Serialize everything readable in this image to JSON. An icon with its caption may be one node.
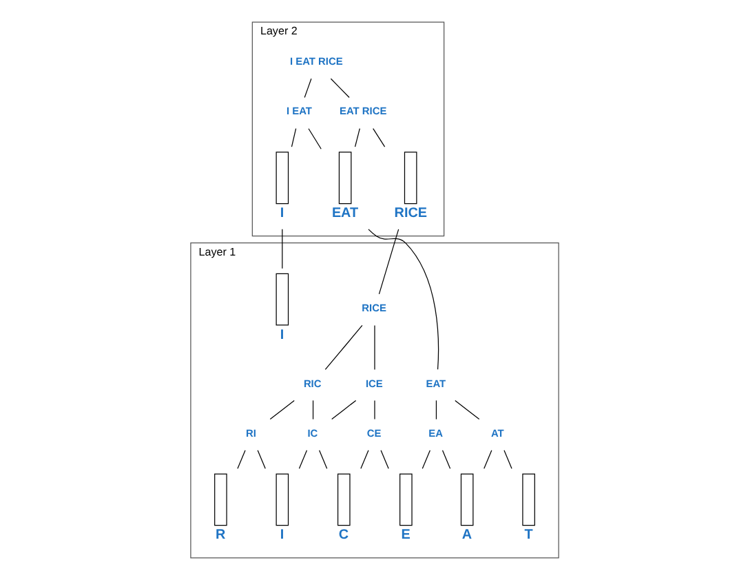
{
  "diagram": {
    "nodes": [
      {
        "text": [
          "Layer 2"
        ]
      },
      {
        "text": [
          "I EAT RICE"
        ],
        "in": 0
      },
      {
        "text": [
          "I EAT"
        ],
        "in": 0
      },
      {
        "text": [
          "EAT RICE"
        ],
        "in": 0
      },
      {
        "text": [],
        "shape": "bar",
        "in": 0,
        "beside": [
          "I"
        ]
      },
      {
        "text": [],
        "shape": "bar",
        "in": 0,
        "beside": [
          "EAT"
        ]
      },
      {
        "text": [],
        "shape": "bar",
        "in": 0,
        "beside": [
          "RICE"
        ]
      },
      {
        "text": [
          "Layer 1"
        ]
      },
      {
        "text": [
          "RICE"
        ],
        "in": 7
      },
      {
        "text": [
          "EAT"
        ],
        "in": 7
      },
      {
        "text": [
          "ICE"
        ],
        "in": 7
      },
      {
        "text": [
          "RIC"
        ],
        "in": 7
      },
      {
        "text": [
          "EA"
        ],
        "in": 7
      },
      {
        "text": [
          "AT"
        ],
        "in": 7
      },
      {
        "text": [
          "RI"
        ],
        "in": 7
      },
      {
        "text": [
          "IC"
        ],
        "in": 7
      },
      {
        "text": [
          "CE"
        ],
        "in": 7
      },
      {
        "text": [],
        "shape": "bar",
        "in": 7,
        "beside": [
          "I"
        ]
      },
      {
        "text": [],
        "shape": "bar",
        "in": 7,
        "beside": [
          "E"
        ]
      },
      {
        "text": [],
        "shape": "bar",
        "in": 7,
        "beside": [
          "A"
        ]
      },
      {
        "text": [],
        "shape": "bar",
        "in": 7,
        "beside": [
          "T"
        ]
      },
      {
        "text": [],
        "shape": "bar",
        "in": 7,
        "beside": [
          "R"
        ]
      },
      {
        "text": [],
        "shape": "bar",
        "in": 7,
        "beside": [
          "I"
        ]
      },
      {
        "text": [],
        "shape": "bar",
        "in": 7,
        "beside": [
          "C"
        ]
      }
    ],
    "edges": [
      {
        "from": 4,
        "to": 2,
        "arrow": "none"
      },
      {
        "from": 5,
        "to": 2,
        "arrow": "none"
      },
      {
        "from": 5,
        "to": 3,
        "arrow": "none"
      },
      {
        "from": 6,
        "to": 3,
        "arrow": "none"
      },
      {
        "from": 2,
        "to": 1,
        "arrow": "none"
      },
      {
        "from": 3,
        "to": 1,
        "arrow": "none"
      },
      {
        "from": 18,
        "to": 12,
        "arrow": "none"
      },
      {
        "from": 19,
        "to": 12,
        "arrow": "none"
      },
      {
        "from": 19,
        "to": 13,
        "arrow": "none"
      },
      {
        "from": 20,
        "to": 13,
        "arrow": "none"
      },
      {
        "from": 12,
        "to": 9,
        "arrow": "none"
      },
      {
        "from": 13,
        "to": 9,
        "arrow": "none"
      },
      {
        "from": 21,
        "to": 14,
        "arrow": "none"
      },
      {
        "from": 22,
        "to": 14,
        "arrow": "none"
      },
      {
        "from": 22,
        "to": 15,
        "arrow": "none"
      },
      {
        "from": 23,
        "to": 15,
        "arrow": "none"
      },
      {
        "from": 18,
        "to": 16,
        "arrow": "none"
      },
      {
        "from": 23,
        "to": 16,
        "arrow": "none"
      },
      {
        "from": 14,
        "to": 11,
        "arrow": "none"
      },
      {
        "from": 15,
        "to": 11,
        "arrow": "none"
      },
      {
        "from": 15,
        "to": 10,
        "arrow": "none"
      },
      {
        "from": 16,
        "to": 10,
        "arrow": "none"
      },
      {
        "from": 11,
        "to": 8,
        "arrow": "none"
      },
      {
        "from": 10,
        "to": 8,
        "arrow": "none"
      },
      {
        "from": 17,
        "to": 4,
        "arrow": "none"
      },
      {
        "from": 9,
        "to": 5,
        "arrow": "none"
      },
      {
        "from": 8,
        "to": 6,
        "arrow": "none"
      }
    ]
  }
}
